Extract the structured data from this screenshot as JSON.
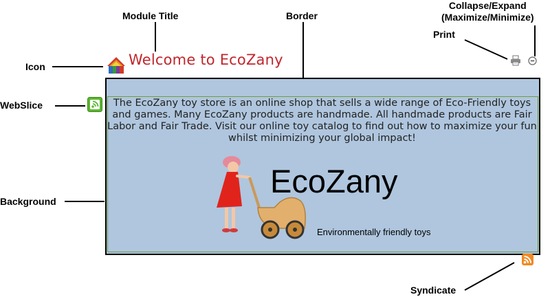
{
  "callouts": {
    "module_title": "Module Title",
    "border": "Border",
    "collapse_line1": "Collapse/Expand",
    "collapse_line2": "(Maximize/Minimize)",
    "print": "Print",
    "icon": "Icon",
    "webslice": "WebSlice",
    "background": "Background",
    "syndicate": "Syndicate"
  },
  "module": {
    "title": "Welcome to EcoZany",
    "description": "The EcoZany toy store is an online shop that sells a wide range of Eco-Friendly toys and games.  Many EcoZany products are handmade. All handmade products are Fair Labor and Fair Trade. Visit our online toy catalog to find out how to maximize your fun whilst minimizing your global impact!",
    "brand_name": "EcoZany",
    "tagline": "Environmentally friendly toys"
  },
  "icons": {
    "module_icon": "toy-house-icon",
    "print": "printer-icon",
    "collapse": "minus-circle-icon",
    "webslice": "webslice-icon",
    "syndicate": "rss-icon"
  },
  "colors": {
    "title": "#c0262d",
    "background": "#afc6de",
    "inner_border": "#6f9b3d",
    "webslice": "#5cb531",
    "rss": "#f08a24"
  }
}
